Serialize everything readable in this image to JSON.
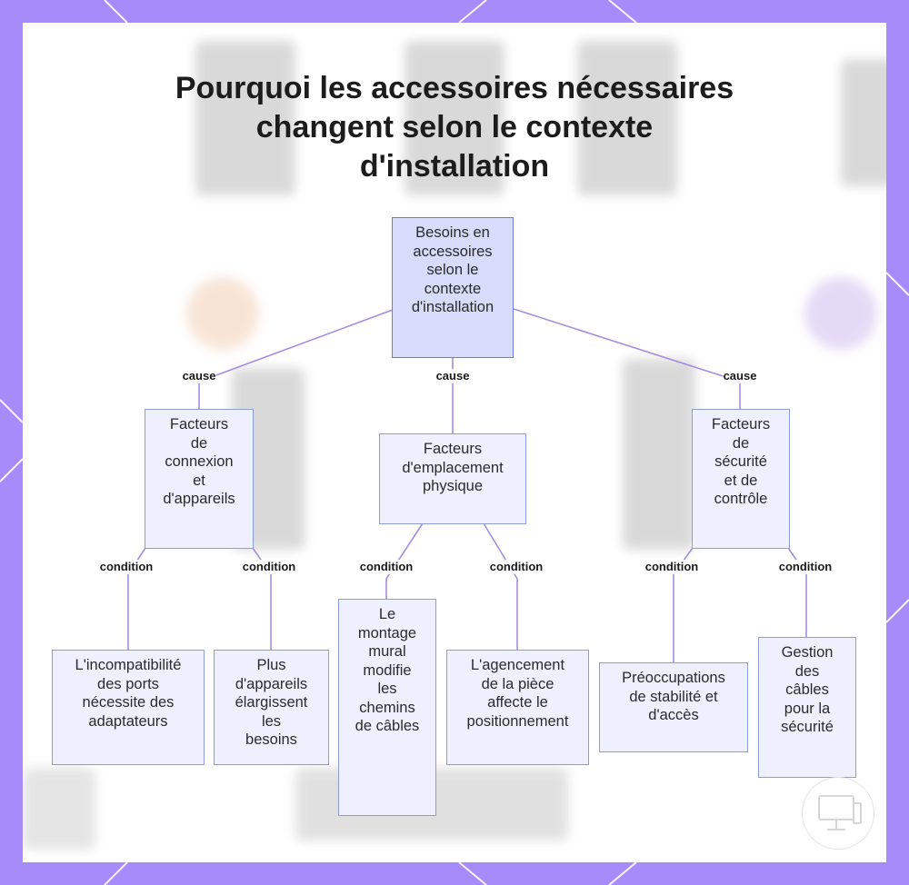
{
  "title": {
    "line1": "Pourquoi les accessoires nécessaires",
    "line2": "changent selon le contexte",
    "line3": "d'installation"
  },
  "colors": {
    "frame": "#a78bfa",
    "edge": "#a58ee0",
    "node_fill": "#eef1fd",
    "root_fill": "#d7dcfa",
    "node_border": "#8c9cd6"
  },
  "nodes": {
    "root": "Besoins en\naccessoires\nselon le\ncontexte\nd'installation",
    "connexion": "Facteurs\nde\nconnexion\net\nd'appareils",
    "emplacement": "Facteurs\nd'emplacement\nphysique",
    "securite": "Facteurs\nde\nsécurité\net de\ncontrôle",
    "ports": "L'incompatibilité\ndes ports\nnécessite des\nadaptateurs",
    "appareils": "Plus\nd'appareils\nélargissent\nles\nbesoins",
    "montage": "Le\nmontage\nmural\nmodifie\nles\nchemins\nde câbles",
    "agencement": "L'agencement\nde la pièce\naffecte le\npositionnement",
    "stabilite": "Préoccupations\nde stabilité et\nd'accès",
    "cables": "Gestion\ndes\ncâbles\npour la\nsécurité"
  },
  "edge_labels": {
    "cause_left": "cause",
    "cause_mid": "cause",
    "cause_right": "cause",
    "cond_ports": "condition",
    "cond_appareils": "condition",
    "cond_montage": "condition",
    "cond_agencement": "condition",
    "cond_stabilite": "condition",
    "cond_cables": "condition"
  }
}
